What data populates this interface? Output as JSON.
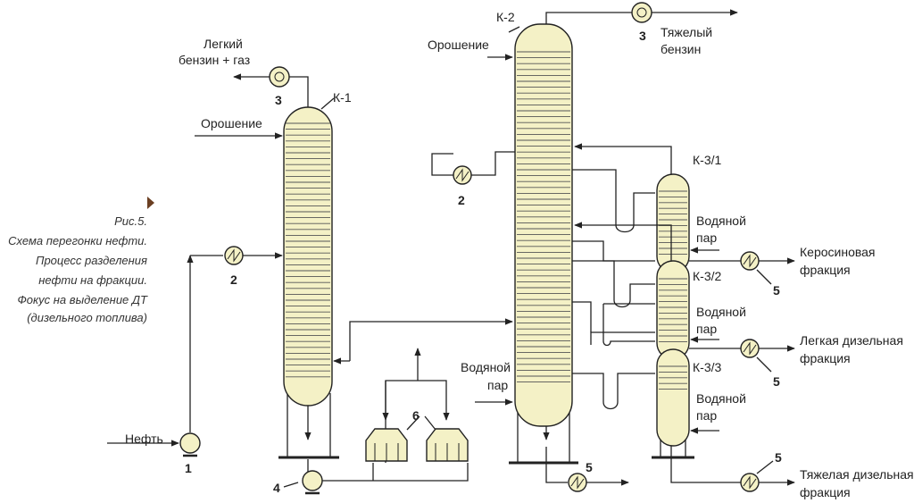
{
  "caption": {
    "title": "Рис.5.",
    "lines": [
      "Схема перегонки нефти.",
      "Процесс разделения",
      "нефти на фракции.",
      "Фокус на выделение ДТ",
      "(дизельного топлива)"
    ]
  },
  "columns": {
    "k1": "К-1",
    "k2": "К-2",
    "k31": "К-3/1",
    "k32": "К-3/2",
    "k33": "К-3/3"
  },
  "streams": {
    "light_gasoline": [
      "Легкий",
      "бензин + газ"
    ],
    "heavy_gasoline": [
      "Тяжелый",
      "бензин"
    ],
    "reflux_k1": "Орошение",
    "reflux_k2": "Орошение",
    "oil": "Нефть",
    "steam_k2": [
      "Водяной",
      "пар"
    ],
    "steam_k31": [
      "Водяной",
      "пар"
    ],
    "steam_k32": [
      "Водяной",
      "пар"
    ],
    "steam_k33": [
      "Водяной",
      "пар"
    ],
    "kerosene": [
      "Керосиновая",
      "фракция"
    ],
    "light_diesel": [
      "Легкая дизельная",
      "фракция"
    ],
    "heavy_diesel": [
      "Тяжелая дизельная",
      "фракция"
    ]
  },
  "equipment_numbers": {
    "pump_feed": "1",
    "heater_k1": "2",
    "heater_k2": "2",
    "cooler_k1_top": "3",
    "cooler_k2_top": "3",
    "pump_k1_bottom": "4",
    "cooler_k2_bottom": "5",
    "cooler_kerosene": "5",
    "cooler_light_diesel": "5",
    "cooler_heavy_diesel": "5",
    "furnaces": "6"
  },
  "colors": {
    "vessel_fill": "#f4f1c6",
    "line": "#222222",
    "marker": "#6b3f22"
  }
}
